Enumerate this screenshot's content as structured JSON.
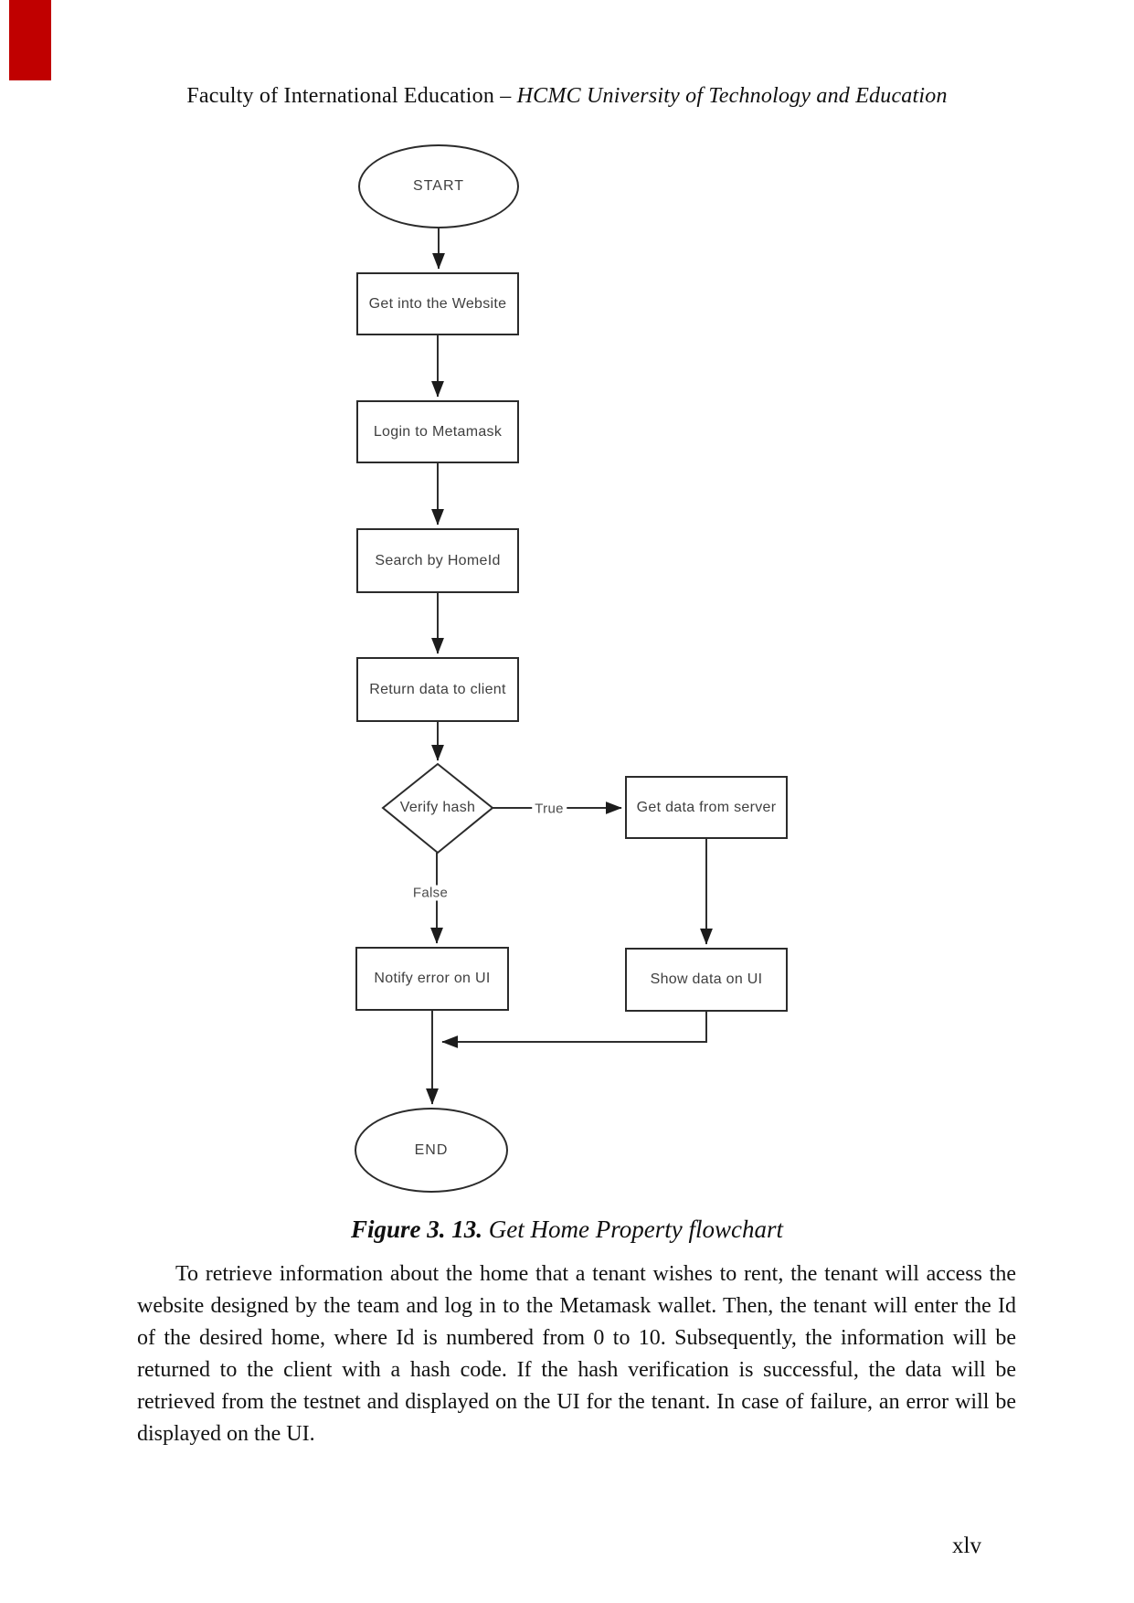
{
  "header": {
    "plain": "Faculty of International Education – ",
    "italic": "HCMC University of Technology and Education"
  },
  "flowchart": {
    "nodes": [
      {
        "id": "start",
        "type": "terminator",
        "label": "START"
      },
      {
        "id": "get-into-website",
        "type": "process",
        "label": "Get into the Website"
      },
      {
        "id": "login-metamask",
        "type": "process",
        "label": "Login to Metamask"
      },
      {
        "id": "search-homeid",
        "type": "process",
        "label": "Search by HomeId"
      },
      {
        "id": "return-data",
        "type": "process",
        "label": "Return data to client"
      },
      {
        "id": "verify-hash",
        "type": "decision",
        "label": "Verify hash"
      },
      {
        "id": "get-data-server",
        "type": "process",
        "label": "Get data from server"
      },
      {
        "id": "notify-error",
        "type": "process",
        "label": "Notify error on UI"
      },
      {
        "id": "show-data",
        "type": "process",
        "label": "Show data on UI"
      },
      {
        "id": "end",
        "type": "terminator",
        "label": "END"
      }
    ],
    "edge_labels": {
      "true_branch": "True",
      "false_branch": "False"
    }
  },
  "figure_caption": {
    "number": "Figure 3. 13.",
    "title": " Get Home Property flowchart"
  },
  "paragraph": "To retrieve information about the home that a tenant wishes to rent, the tenant will access the website designed by the team and log in to the Metamask wallet. Then, the tenant will enter the Id of the desired home, where Id is numbered from 0 to 10. Subsequently, the information will be returned to the client with a hash code. If the hash verification is successful, the data will be retrieved from the testnet and displayed on the UI for the tenant. In case of failure, an error will be displayed on the UI.",
  "page_number": "xlv",
  "colors": {
    "accent_mark": "#c00000",
    "connector_line": "#2e2e2e",
    "node_text": "#3f3f3f",
    "document_text": "#121212"
  }
}
